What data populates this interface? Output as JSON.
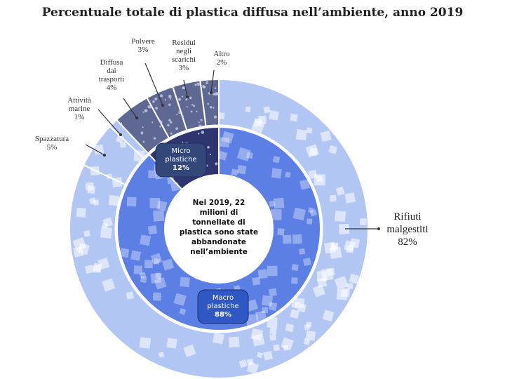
{
  "chart_data": {
    "type": "pie",
    "title": "Percentuale totale di plastica diffusa nell’ambiente, anno 2019",
    "center_text": [
      "Nel 2019, 22",
      "milioni di",
      "tonnellate di",
      "plastica sono state",
      "abbandonate",
      "nell’ambiente"
    ],
    "inner_ring": [
      {
        "lines": [
          "Micro",
          "plastiche"
        ],
        "pct": "12%",
        "value": 12,
        "color": "#2e356f"
      },
      {
        "lines": [
          "Macro",
          "plastiche"
        ],
        "pct": "88%",
        "value": 88,
        "color": "#5b7fe4"
      }
    ],
    "outer_ring": [
      {
        "lines": [
          "Altro"
        ],
        "pct": "2%",
        "value": 2,
        "color": "#5f6892"
      },
      {
        "lines": [
          "Residui",
          "negli",
          "scarichi"
        ],
        "pct": "3%",
        "value": 3,
        "color": "#5f6892"
      },
      {
        "lines": [
          "Polvere"
        ],
        "pct": "3%",
        "value": 3,
        "color": "#5f6892"
      },
      {
        "lines": [
          "Diffusa",
          "dai",
          "trasporti"
        ],
        "pct": "4%",
        "value": 4,
        "color": "#5f6892"
      },
      {
        "lines": [
          "Attività",
          "marine"
        ],
        "pct": "1%",
        "value": 1,
        "color": "#b2c6f4"
      },
      {
        "lines": [
          "Spazzatura"
        ],
        "pct": "5%",
        "value": 5,
        "color": "#b2c6f4"
      },
      {
        "lines": [
          "Rifiuti",
          "malgestiti"
        ],
        "pct": "82%",
        "value": 82,
        "color": "#b2c6f4"
      }
    ]
  }
}
